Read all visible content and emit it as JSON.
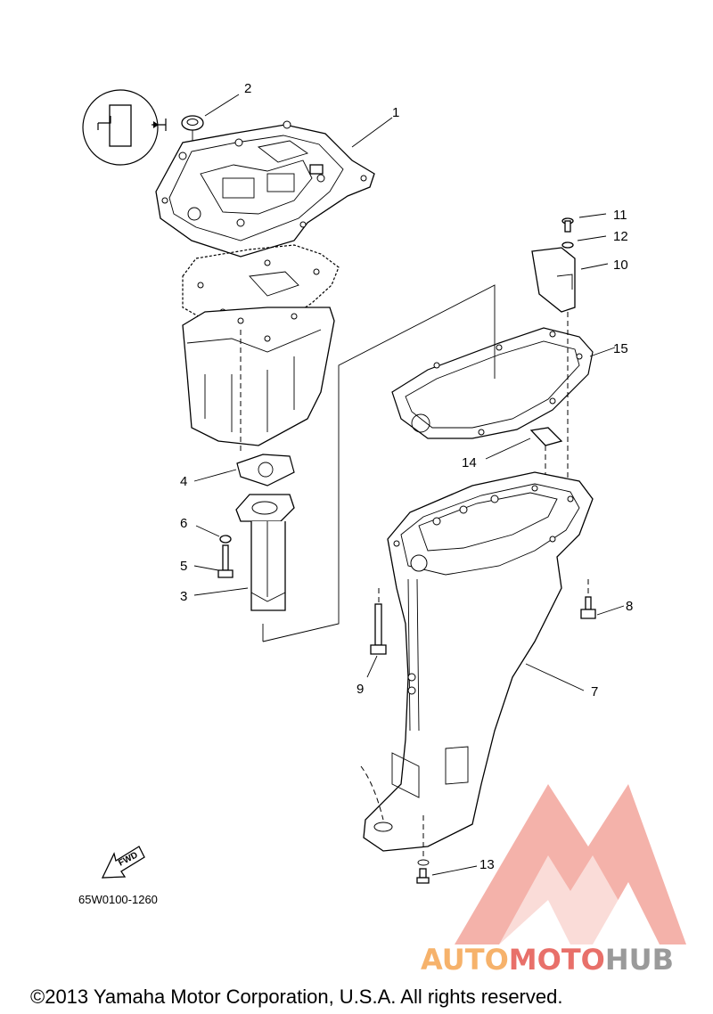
{
  "callouts": {
    "c1": "1",
    "c2": "2",
    "c3": "3",
    "c4": "4",
    "c5": "5",
    "c6": "6",
    "c7": "7",
    "c8": "8",
    "c9": "9",
    "c10": "10",
    "c11": "11",
    "c12": "12",
    "c13": "13",
    "c14": "14",
    "c15": "15"
  },
  "drawing_code": "65W0100-1260",
  "fwd_label": "FWD",
  "copyright": "©2013 Yamaha Motor Corporation, U.S.A. All rights reserved.",
  "watermark": {
    "part1": "AUTO",
    "part2": "MOTO",
    "part3": "HUB",
    "colors": {
      "orange": "#f6b26b",
      "red": "#e8706a",
      "gray": "#9a9a9a",
      "logo": "#ef8a80"
    }
  }
}
